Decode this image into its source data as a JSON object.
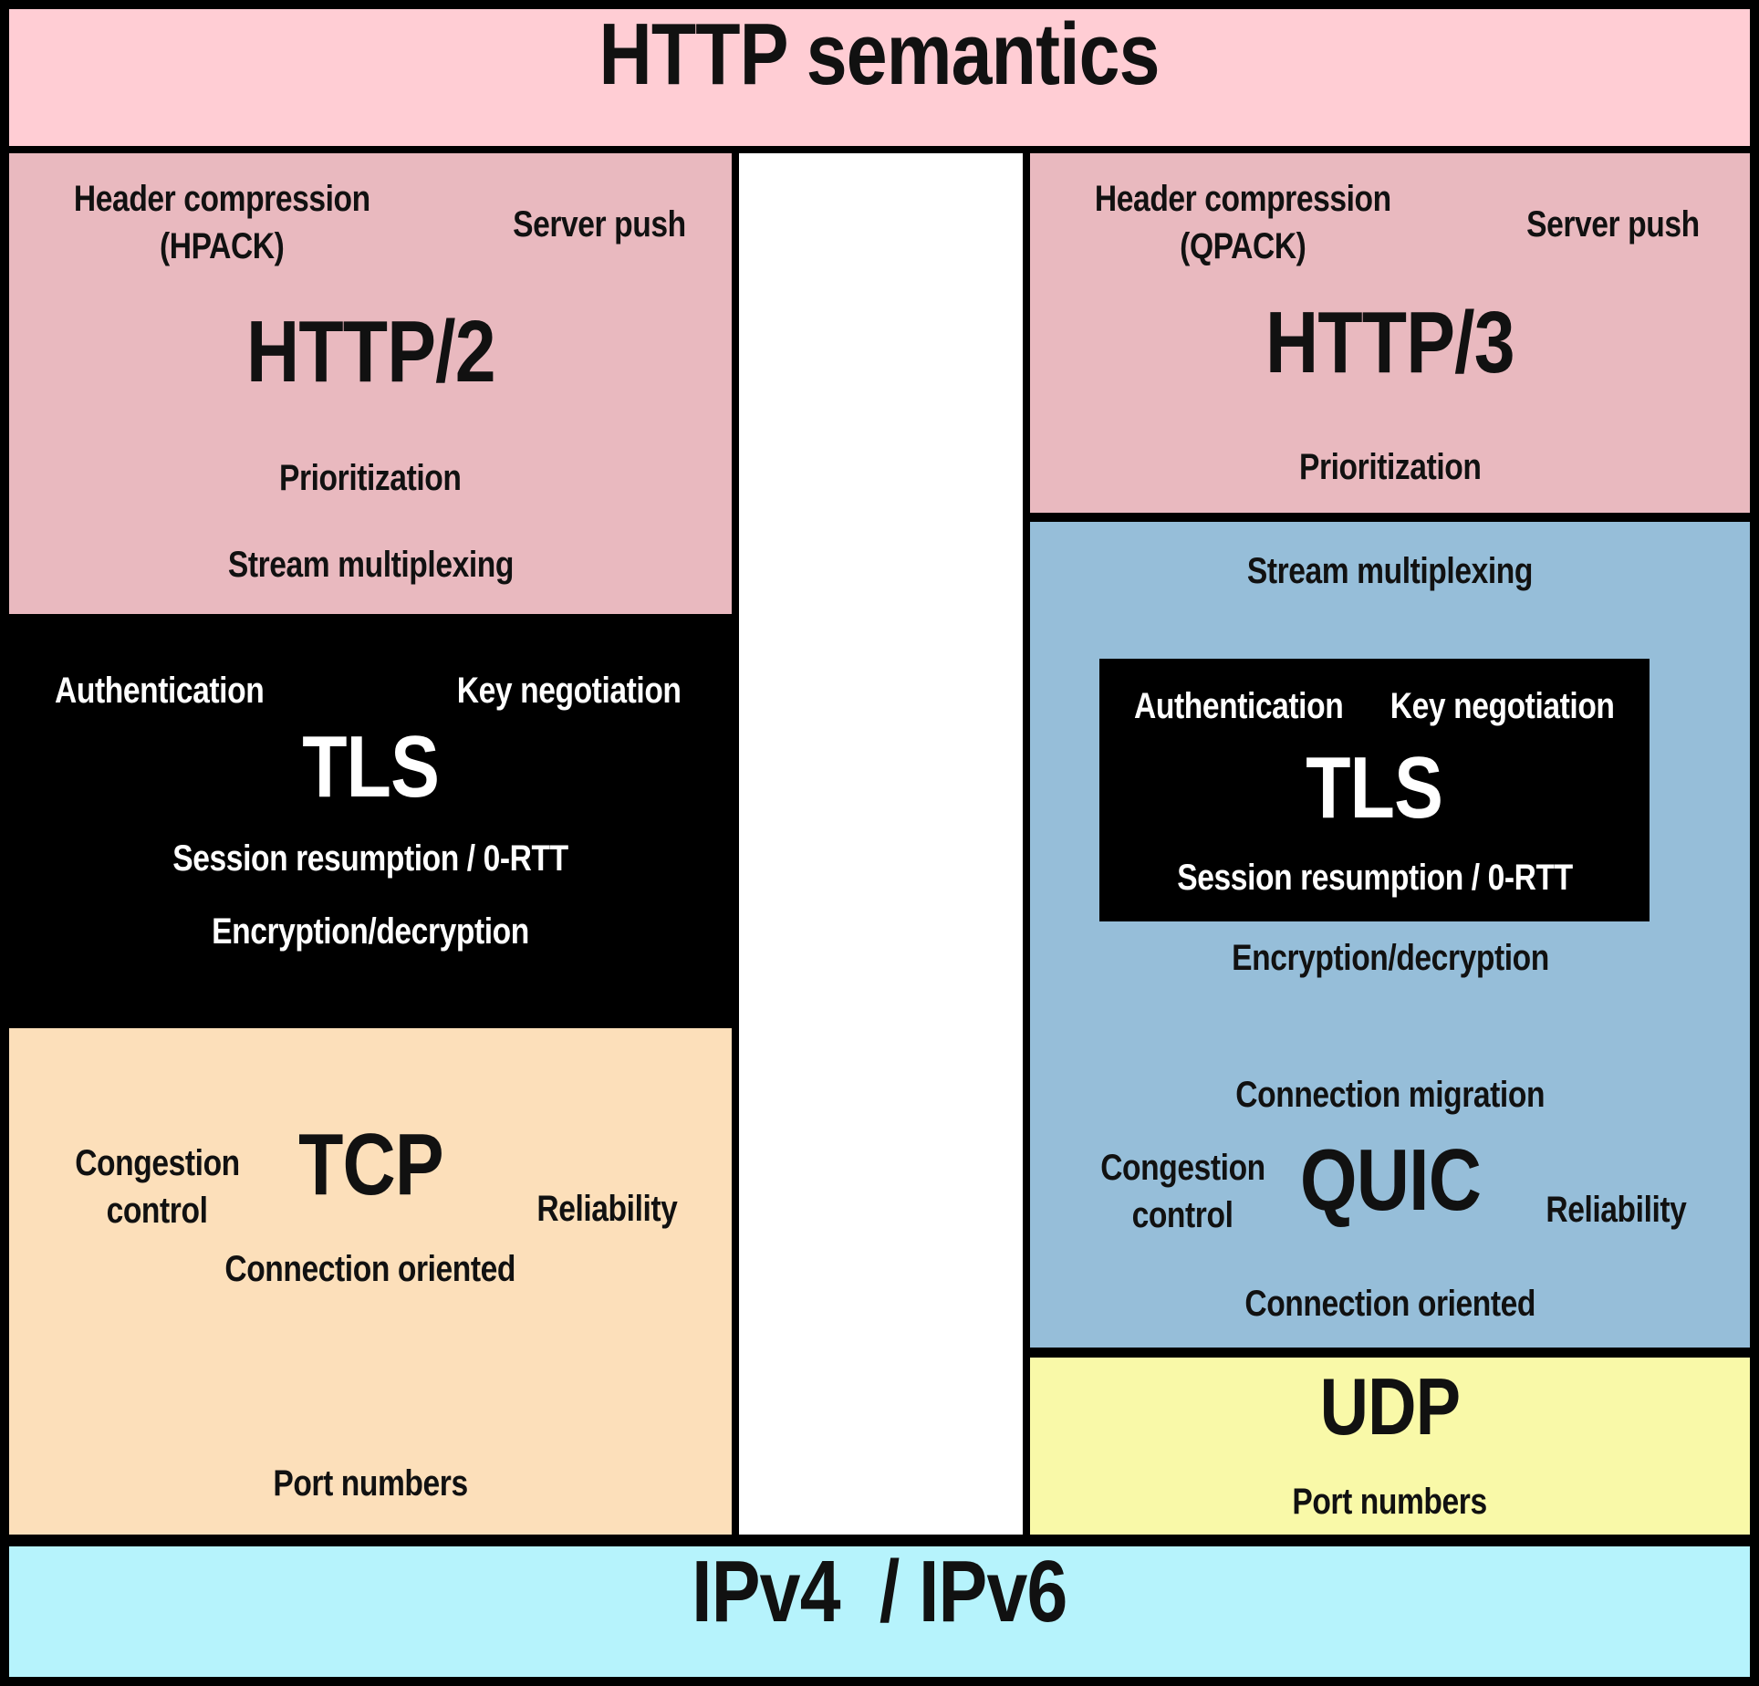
{
  "top_bar": {
    "label": "HTTP semantics"
  },
  "bottom_bar": {
    "label": "IPv4  / IPv6"
  },
  "colors": {
    "top_bar_bg": "#ffcdd4",
    "rose_bg": "#e9b9bf",
    "black_bg": "#000000",
    "peach_bg": "#fcdfba",
    "blue_bg": "#96bed9",
    "yellow_bg": "#f9f9a8",
    "cyan_bg": "#b6f3fc",
    "gap_bg": "#ffffff"
  },
  "left_stack": {
    "http2": {
      "header_compression": "Header compression",
      "header_compression_scheme": "(HPACK)",
      "server_push": "Server push",
      "title": "HTTP/2",
      "prioritization": "Prioritization",
      "stream_multiplexing": "Stream multiplexing"
    },
    "tls": {
      "authentication": "Authentication",
      "key_negotiation": "Key negotiation",
      "title": "TLS",
      "session_resumption": "Session resumption / 0-RTT",
      "encryption": "Encryption/decryption"
    },
    "tcp": {
      "congestion_control_line1": "Congestion",
      "congestion_control_line2": "control",
      "title": "TCP",
      "reliability": "Reliability",
      "connection_oriented": "Connection oriented",
      "port_numbers": "Port numbers"
    }
  },
  "right_stack": {
    "http3": {
      "header_compression": "Header compression",
      "header_compression_scheme": "(QPACK)",
      "server_push": "Server push",
      "title": "HTTP/3",
      "prioritization": "Prioritization"
    },
    "quic": {
      "stream_multiplexing": "Stream multiplexing",
      "tls": {
        "authentication": "Authentication",
        "key_negotiation": "Key negotiation",
        "title": "TLS",
        "session_resumption": "Session resumption / 0-RTT"
      },
      "encryption": "Encryption/decryption",
      "connection_migration": "Connection migration",
      "congestion_control_line1": "Congestion",
      "congestion_control_line2": "control",
      "title": "QUIC",
      "reliability": "Reliability",
      "connection_oriented": "Connection oriented"
    },
    "udp": {
      "title": "UDP",
      "port_numbers": "Port numbers"
    }
  }
}
